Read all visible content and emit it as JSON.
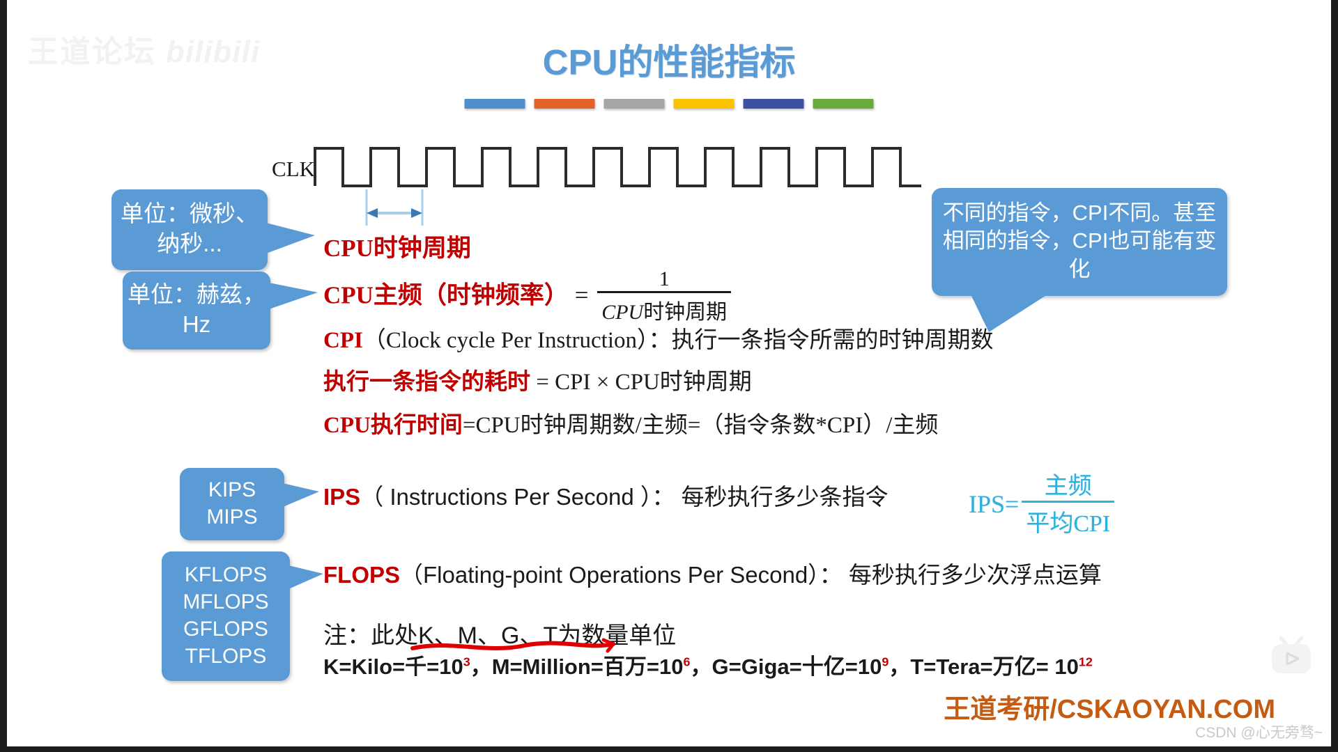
{
  "slide": {
    "title": "CPU的性能指标",
    "accent_title_color": "#5b9bd5",
    "bar_colors": [
      "#4e8fcc",
      "#e2622a",
      "#a6a6a6",
      "#fcc200",
      "#3b52a4",
      "#6aaa3b"
    ],
    "watermark_logo": "王道论坛",
    "watermark_logo_bili": "bilibili",
    "watermark_csdn": "CSDN @心无旁骛~",
    "footer": "王道考研/CSKAOYAN.COM",
    "footer_color": "#c55a11"
  },
  "waveform": {
    "label": "CLK",
    "cycles": 11,
    "span_marker": "one clock cycle"
  },
  "callouts": {
    "period_unit": "单位：微秒、纳秒...",
    "frequency_unit": "单位：赫兹，Hz",
    "cpi_note": "不同的指令，CPI不同。甚至相同的指令，CPI也可能有变化",
    "ips_units": "KIPS\nMIPS",
    "flops_units": "KFLOPS\nMFLOPS\nGFLOPS\nTFLOPS"
  },
  "lines": {
    "clock_period": "CPU时钟周期",
    "main_freq_label": "CPU主频（时钟频率）",
    "main_freq_eq": "=",
    "main_freq_num": "1",
    "main_freq_den_italic": "CPU",
    "main_freq_den_cjk": "时钟周期",
    "cpi_term": "CPI",
    "cpi_rest": "（Clock cycle Per Instruction）：执行一条指令所需的时钟周期数",
    "exec_term": "执行一条指令的耗时",
    "exec_rest": "= CPI × CPU时钟周期",
    "cputime_term": "CPU执行时间",
    "cputime_rest": "=CPU时钟周期数/主频=（指令条数*CPI）/主频",
    "ips_term": "IPS",
    "ips_rest": "（ Instructions Per Second ）： 每秒执行多少条指令",
    "flops_term": "FLOPS",
    "flops_rest": "（Floating-point Operations Per Second）： 每秒执行多少次浮点运算",
    "note": "注：此处K、M、G、T为数量单位",
    "units_line": "K=Kilo=千=10³，M=Million=百万=10⁶，G=Giga=十亿=10⁹，T=Tera=万亿= 10¹²"
  },
  "units_parts": {
    "k_base": "K=Kilo=千=10",
    "k_exp": "3",
    "m_sep": "，",
    "m_base": "M=Million=百万=10",
    "m_exp": "6",
    "g_sep": "，",
    "g_base": "G=Giga=十亿=10",
    "g_exp": "9",
    "t_sep": "，",
    "t_base": "T=Tera=万亿= 10",
    "t_exp": "12"
  },
  "ips_formula": {
    "lhs": "IPS=",
    "numerator": "主频",
    "denominator": "平均CPI",
    "color": "#2eb2dd"
  }
}
